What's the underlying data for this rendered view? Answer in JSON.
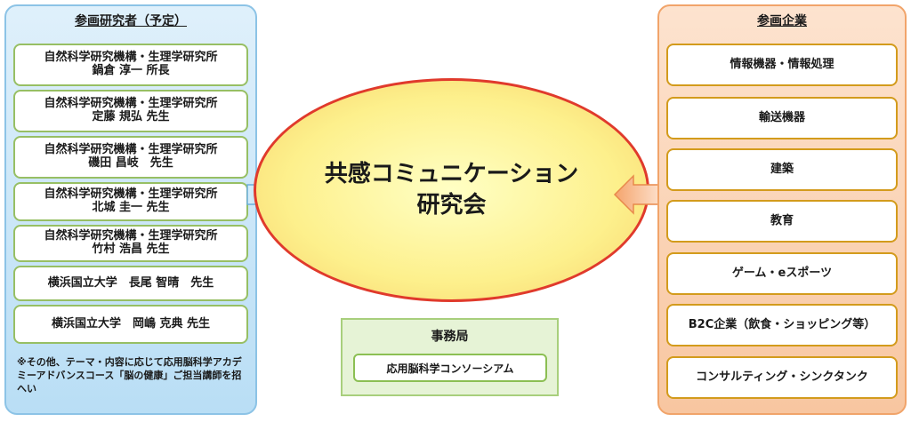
{
  "researchers": {
    "title": "参画研究者（予定）",
    "people": [
      {
        "line1": "自然科学研究機構・生理学研究所",
        "line2": "鍋倉 淳一 所長"
      },
      {
        "line1": "自然科学研究機構・生理学研究所",
        "line2": "定藤 規弘 先生"
      },
      {
        "line1": "自然科学研究機構・生理学研究所",
        "line2": "磯田 昌岐　先生"
      },
      {
        "line1": "自然科学研究機構・生理学研究所",
        "line2": "北城 圭一 先生"
      },
      {
        "line1": "自然科学研究機構・生理学研究所",
        "line2": "竹村 浩昌 先生"
      },
      {
        "line1": "横浜国立大学　長尾 智晴　先生",
        "line2": ""
      },
      {
        "line1": "横浜国立大学　岡嶋 克典 先生",
        "line2": ""
      }
    ],
    "note": "※その他、テーマ・内容に応じて応用脳科学アカデミーアドバンスコース「脳の健康」ご担当講師を招へい"
  },
  "center": {
    "line1": "共感コミュニケーション",
    "line2": "研究会"
  },
  "office": {
    "title": "事務局",
    "name": "応用脳科学コンソーシアム"
  },
  "companies": {
    "title": "参画企業",
    "items": [
      "情報機器・情報処理",
      "輸送機器",
      "建築",
      "教育",
      "ゲーム・eスポーツ",
      "B2C企業（飲食・ショッピング等）",
      "コンサルティング・シンクタンク"
    ]
  },
  "colors": {
    "left_panel": "#b9def5",
    "right_panel": "#f8c6a0",
    "ellipse_fill": "#fdf08c",
    "ellipse_border": "#e03a2c",
    "researcher_box_border": "#97bf64",
    "company_box_border": "#d39b1c",
    "left_arrow": "#7ec3ea",
    "right_arrow": "#f5a46c"
  }
}
